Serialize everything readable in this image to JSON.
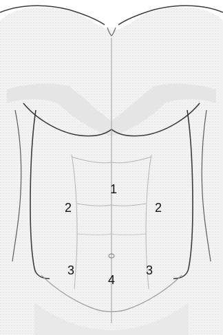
{
  "diagram": {
    "region_labels": {
      "upper_rectus": "1",
      "left_oblique": "2",
      "right_oblique": "2",
      "left_lower_oblique": "3",
      "right_lower_oblique": "3",
      "lower_abdomen": "4"
    },
    "colors": {
      "outline": "#3a3a3a",
      "shading": "#d9d9d9",
      "muscle_lines": "#b5b5b5",
      "label_text": "#111111"
    }
  }
}
